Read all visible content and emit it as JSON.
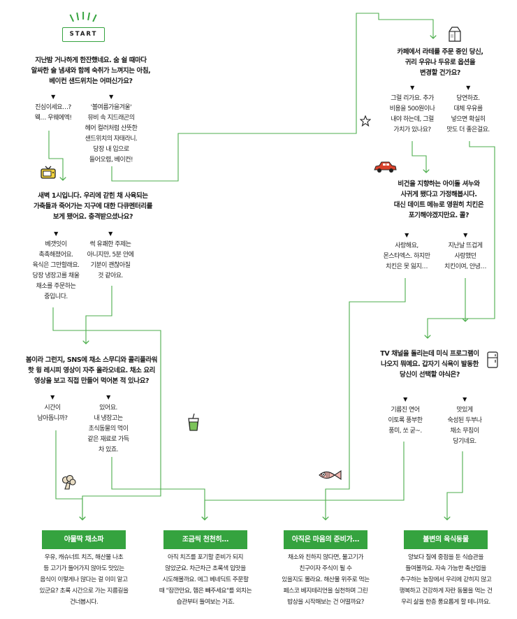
{
  "start_label": "START",
  "questions": {
    "q1": [
      "지난밤 거나하게 한잔했네요. 숨 쉴 때마다",
      "알싸한 술 냄새와 함께 숙취가 느껴지는 아침,",
      "베이컨 샌드위치는 어떠신가요?"
    ],
    "q2": [
      "새벽 1시입니다. 우리에 갇힌 채 사육되는",
      "가축들과 죽어가는 지구에 대한 다큐멘터리를",
      "보게 됐어요. 충격받으셨나요?"
    ],
    "q3": [
      "봄이라 그런지, SNS에 채소 스무디와 콜리플라워",
      "핫 윙 레시피 영상이 자주 올라오네요. 채소 요리",
      "영상을 보고 직접 만들어 먹어본 적 있나요?"
    ],
    "q4": [
      "카페에서 라테를 주문 중인 당신,",
      "귀리 우유나 두유로 옵션을",
      "변경할 건가요?"
    ],
    "q5": [
      "비건을 지향하는 아이돌 셔누와",
      "사귀게 됐다고 가정해봅시다.",
      "대신 데이트 메뉴로 영원히 치킨은",
      "포기해야겠지만요. 콜?"
    ],
    "q6": [
      "TV 채널을 돌리는데 미식 프로그램이",
      "나오지 뭐예요. 갑자기 식욕이 발동한",
      "당신이 선택할 야식은?"
    ]
  },
  "options": {
    "q1a": [
      "진심이세요…?",
      "웩… 우웨에엑!"
    ],
    "q1b": [
      "'볼여름가을겨울'",
      "뮤비 속 지드래곤의",
      "헤어 컬러처럼 산뜻한",
      "샌드위치의 자태라니.",
      "당장 내 입으로",
      "들어오렴, 베이컨!"
    ],
    "q2a": [
      "베갯잇이",
      "촉촉해졌어요.",
      "육식은 그만할래요.",
      "당장 냉장고를 채울",
      "채소를 주문하는",
      "중입니다."
    ],
    "q2b": [
      "썩 유쾌한 주제는",
      "아니지만, 5분 안에",
      "기분이 괜찮아질",
      "것 같아요."
    ],
    "q3a": [
      "시간이",
      "남아돕니까?"
    ],
    "q3b": [
      "있어요.",
      "내 냉장고는",
      "초식동물의 먹이",
      "같은 재료로 가득",
      "차 있죠."
    ],
    "q4a": [
      "그럴 리가요. 추가",
      "비용을 500원이나",
      "내야 하는데, 그럴",
      "가치가 있나요?"
    ],
    "q4b": [
      "당연하죠.",
      "대체 우유를",
      "넣으면 확실히",
      "맛도 더 좋은걸요."
    ],
    "q5a": [
      "사랑해요,",
      "몬스타엑스. 하지만",
      "치킨은 못 잃지…"
    ],
    "q5b": [
      "지난날 뜨겁게",
      "사랑했던",
      "치킨이여, 안녕…"
    ],
    "q6a": [
      "기름진 연어",
      "이토록 풍부한",
      "풍미, 쏘 굳~."
    ],
    "q6b": [
      "맛있게",
      "숙성된 두부나",
      "채소 무침이",
      "당기네요."
    ]
  },
  "results": [
    {
      "title": "야물딱 채소파",
      "body": [
        "우유, 캐슈너트 치즈, 해산물 나초",
        "등 고기가 들어가지 않아도 맛있는",
        "음식이 이렇게나 많다는 걸 이미 알고",
        "있군요? 초록 시간으로 가는 지름길을",
        "건너봅시다."
      ]
    },
    {
      "title": "조금씩 천천히…",
      "body": [
        "아직 치즈를 포기할 준비가 되지",
        "않았군요. 차근차근 초록색 입맛을",
        "시도해볼까요. 에그 베네딕트 주문할",
        "때 \"잠깐만요, 햄은 빼주세요\"를 외치는",
        "습관부터 들여보는 거죠."
      ]
    },
    {
      "title": "아직은 마음의 준비가…",
      "body": [
        "채소와 친하지 않다면, 물고기가",
        "친구이자 주식이 될 수",
        "있을지도 몰라요. 해산물 위주로 먹는",
        "페스코 베지테리언을 실천하며 그린",
        "밥상을 시작해보는 건 어떨까요?"
      ]
    },
    {
      "title": "불변의 육식동물",
      "body": [
        "양보다 질에 중점을 둔 식습관을",
        "들여볼까요. 자속 가능한 축산업을",
        "추구하는 농장에서 우리에 갇히지 않고",
        "행복하고 건강하게 자란 동물을 먹는 건",
        "우리 삶을 한층 풍요롭게 할 테니까요."
      ]
    }
  ],
  "icons": [
    "tv-icon",
    "star-icon",
    "milk-carton-icon",
    "car-icon",
    "fridge-icon",
    "smoothie-icon",
    "broccoli-icon",
    "fish-icon"
  ],
  "colors": {
    "accent": "#35a33f",
    "line": "#4cae4c",
    "car": "#d9412b",
    "text": "#1a1a1a"
  }
}
